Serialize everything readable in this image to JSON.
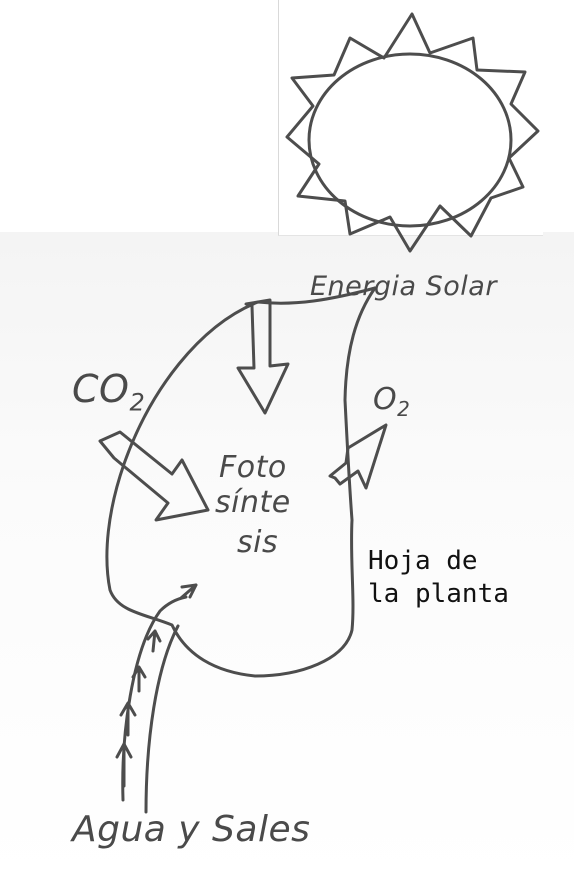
{
  "labels": {
    "energia_solar": "Energia Solar",
    "co2": "CO",
    "co2_sub": "2",
    "o2": "O",
    "o2_sub": "2",
    "fotosintesis_1": "Foto",
    "fotosintesis_2": "sínte",
    "fotosintesis_3": "sis",
    "hoja_1": "Hoja de",
    "hoja_2": "la planta",
    "agua_sales": "Agua y Sales"
  },
  "colors": {
    "ink": "#4d4d4d",
    "typed_ink": "#111111",
    "paper": "#ffffff"
  }
}
